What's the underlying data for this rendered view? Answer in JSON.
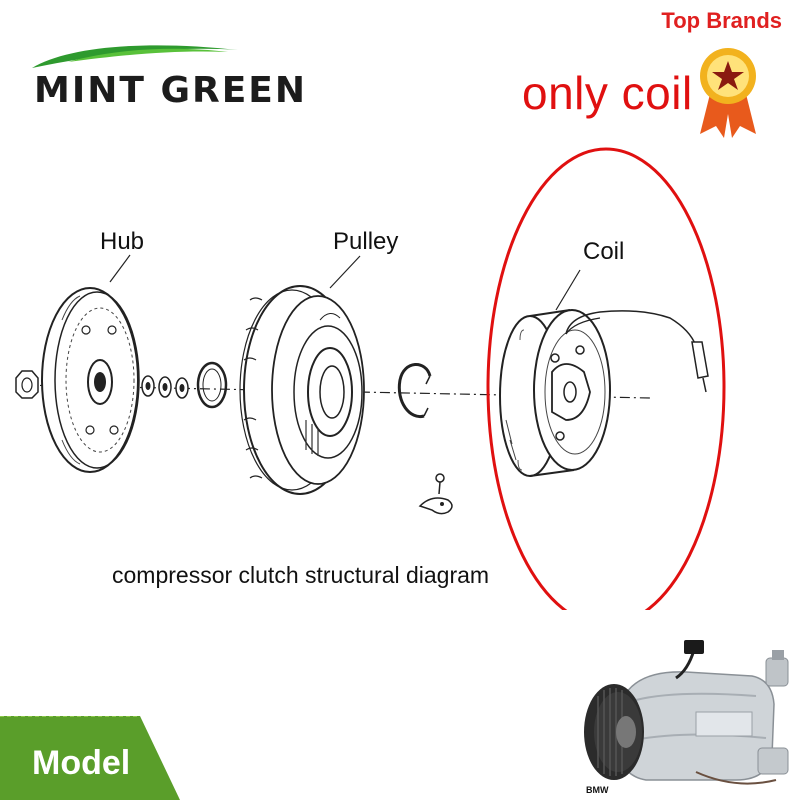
{
  "brand": {
    "name": "MINT GREEN",
    "accent_color": "#2e9a2e"
  },
  "promo": {
    "top_brands": "Top Brands",
    "only_coil": "only coil",
    "badge_icon": "star-ribbon-icon",
    "accent_color": "#e01010"
  },
  "diagram": {
    "labels": {
      "hub": "Hub",
      "pulley": "Pulley",
      "coil": "Coil"
    },
    "caption": "compressor clutch structural diagram",
    "highlight_color": "#e01010"
  },
  "footer": {
    "model_label": "Model",
    "bar_color": "#5a9e2a"
  },
  "product": {
    "label": "BMW"
  }
}
